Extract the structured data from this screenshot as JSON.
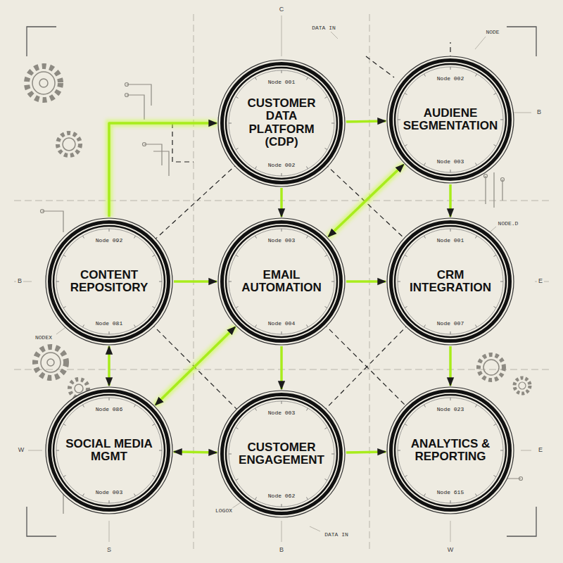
{
  "diagram": {
    "nodes": [
      {
        "text": [
          "Node 001",
          "CUSTOMER DATA PLATFORM (CDP)",
          "Node 002"
        ]
      },
      {
        "text": [
          "Node 002",
          "AUDIENE SEGMENTATION",
          "Node 003"
        ]
      },
      {
        "text": [
          "Node 092",
          "CONTENT REPOSITORY",
          "Node 081"
        ]
      },
      {
        "text": [
          "Node 003",
          "EMAIL AUTOMATION",
          "Node 004"
        ]
      },
      {
        "text": [
          "Node 001",
          "CRM INTEGRATION",
          "Node 007"
        ]
      },
      {
        "text": [
          "Node 086",
          "SOCIAL MEDIA MGMT",
          "Node 003"
        ]
      },
      {
        "text": [
          "Node 003",
          "CUSTOMER ENGAGEMENT",
          "Node 062"
        ]
      },
      {
        "text": [
          "Node 023",
          "ANALYTICS & REPORTING",
          "Node 615"
        ]
      }
    ],
    "edges": [
      {
        "from": 2,
        "to": 0,
        "arrow": "to"
      },
      {
        "from": 0,
        "to": 1,
        "arrow": "to"
      },
      {
        "from": 0,
        "to": 3,
        "arrow": "to"
      },
      {
        "from": 1,
        "to": 3,
        "arrow": "both"
      },
      {
        "from": 1,
        "to": 4,
        "arrow": "to"
      },
      {
        "from": 2,
        "to": 3,
        "arrow": "to"
      },
      {
        "from": 3,
        "to": 4,
        "arrow": "to"
      },
      {
        "from": 2,
        "to": 5,
        "arrow": "both"
      },
      {
        "from": 3,
        "to": 5,
        "arrow": "both"
      },
      {
        "from": 3,
        "to": 6,
        "arrow": "to"
      },
      {
        "from": 4,
        "to": 7,
        "arrow": "to"
      },
      {
        "from": 5,
        "to": 6,
        "arrow": "both"
      },
      {
        "from": 6,
        "to": 7,
        "arrow": "to"
      }
    ],
    "labels": [
      "C",
      "DATA IN",
      "NODE",
      "B",
      "NODE.D",
      "B",
      "E",
      "NODEX",
      "W",
      "E",
      "LOGOX",
      "DATA IN",
      "S",
      "B",
      "W"
    ]
  }
}
